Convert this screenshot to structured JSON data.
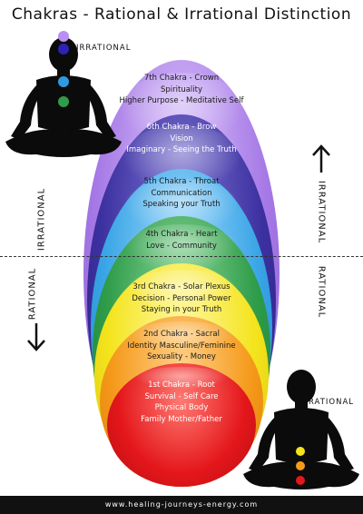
{
  "title": "Chakras - Rational & Irrational Distinction",
  "labels": {
    "irrational_top": "IRRATIONAL",
    "rational_bottom": "RATIONAL",
    "left_irrational": "IRRATIONAL",
    "left_rational": "RATIONAL",
    "right_irrational": "IRRATIONAL",
    "right_rational": "RATIONAL"
  },
  "chakras": [
    {
      "lines": [
        "7th Chakra - Crown",
        "Spirituality",
        "Higher Purpose - Meditative Self"
      ],
      "color": "#b98ff2",
      "text_color": "dark"
    },
    {
      "lines": [
        "6th Chakra - Brow",
        "Vision",
        "Imaginary - Seeing the Truth"
      ],
      "color": "#5a4fb3",
      "text_color": "light"
    },
    {
      "lines": [
        "5th Chakra - Throat",
        "Communication",
        "Speaking your Truth"
      ],
      "color": "#3aa5e6",
      "text_color": "dark"
    },
    {
      "lines": [
        "4th Chakra - Heart",
        "Love - Community"
      ],
      "color": "#34a853",
      "text_color": "dark"
    },
    {
      "lines": [
        "3rd Chakra - Solar Plexus",
        "Decision - Personal Power",
        "Staying in your Truth"
      ],
      "color": "#f4e41c",
      "text_color": "dark"
    },
    {
      "lines": [
        "2nd Chakra - Sacral",
        "Identity Masculine/Feminine",
        "Sexuality - Money"
      ],
      "color": "#f59a1b",
      "text_color": "dark"
    },
    {
      "lines": [
        "1st Chakra - Root",
        "Survival - Self Care",
        "Physical Body",
        "Family Mother/Father"
      ],
      "color": "#e4171b",
      "text_color": "light"
    }
  ],
  "footer": "www.healing-journeys-energy.com"
}
